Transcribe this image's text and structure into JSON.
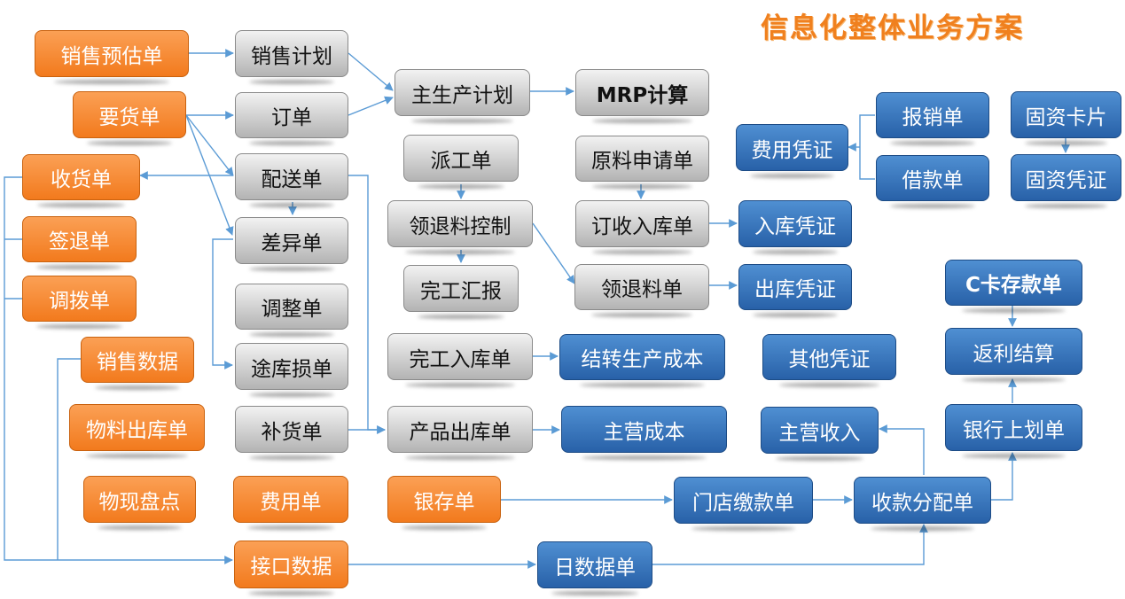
{
  "title": "信息化整体业务方案",
  "colors": {
    "orange": "#f27a1d",
    "gray": "#c9c9c9",
    "blue": "#2e6db4",
    "title": "#f0801e",
    "connector": "#5b9bd5"
  },
  "nodes": {
    "xiaoshou_yugu": "销售预估单",
    "yaohuo": "要货单",
    "shouhuo": "收货单",
    "qiantui": "签退单",
    "diaobo": "调拨单",
    "xiaoshou_shuju": "销售数据",
    "wuliao_chuku": "物料出库单",
    "wuxian_pandian": "物现盘点",
    "feiyong": "费用单",
    "yincun": "银存单",
    "jiekou_shuju": "接口数据",
    "xiaoshou_jihua": "销售计划",
    "dingdan": "订单",
    "peisong": "配送单",
    "chayi": "差异单",
    "tiaozheng": "调整单",
    "tuku_sun": "途库损单",
    "buhuo": "补货单",
    "zhu_shengchan": "主生产计划",
    "paigong": "派工单",
    "lingtuiliao_kongzhi": "领退料控制",
    "wangong_huibao": "完工汇报",
    "wangong_ruku": "完工入库单",
    "chanpin_chuku": "产品出库单",
    "mrp": "MRP计算",
    "yuanliao_shenqing": "原料申请单",
    "dingshou_ruku": "订收入库单",
    "lingtuiliao": "领退料单",
    "jiezhuan_chengben": "结转生产成本",
    "zhuying_chengben": "主营成本",
    "menden_jiaokuan": "门店缴款单",
    "ri_shuju": "日数据单",
    "ruku_pingzheng": "入库凭证",
    "chuku_pingzheng": "出库凭证",
    "qita_pingzheng": "其他凭证",
    "zhuying_shouru": "主营收入",
    "shoukuan_fenpei": "收款分配单",
    "feiyong_pingzheng": "费用凭证",
    "baoxiao": "报销单",
    "jiekuan": "借款单",
    "guzi_kapian": "固资卡片",
    "guzi_pingzheng": "固资凭证",
    "c_ka_cunkuan": "C卡存款单",
    "fanli_jiesuan": "返利结算",
    "yinhang_shanghua": "银行上划单"
  }
}
